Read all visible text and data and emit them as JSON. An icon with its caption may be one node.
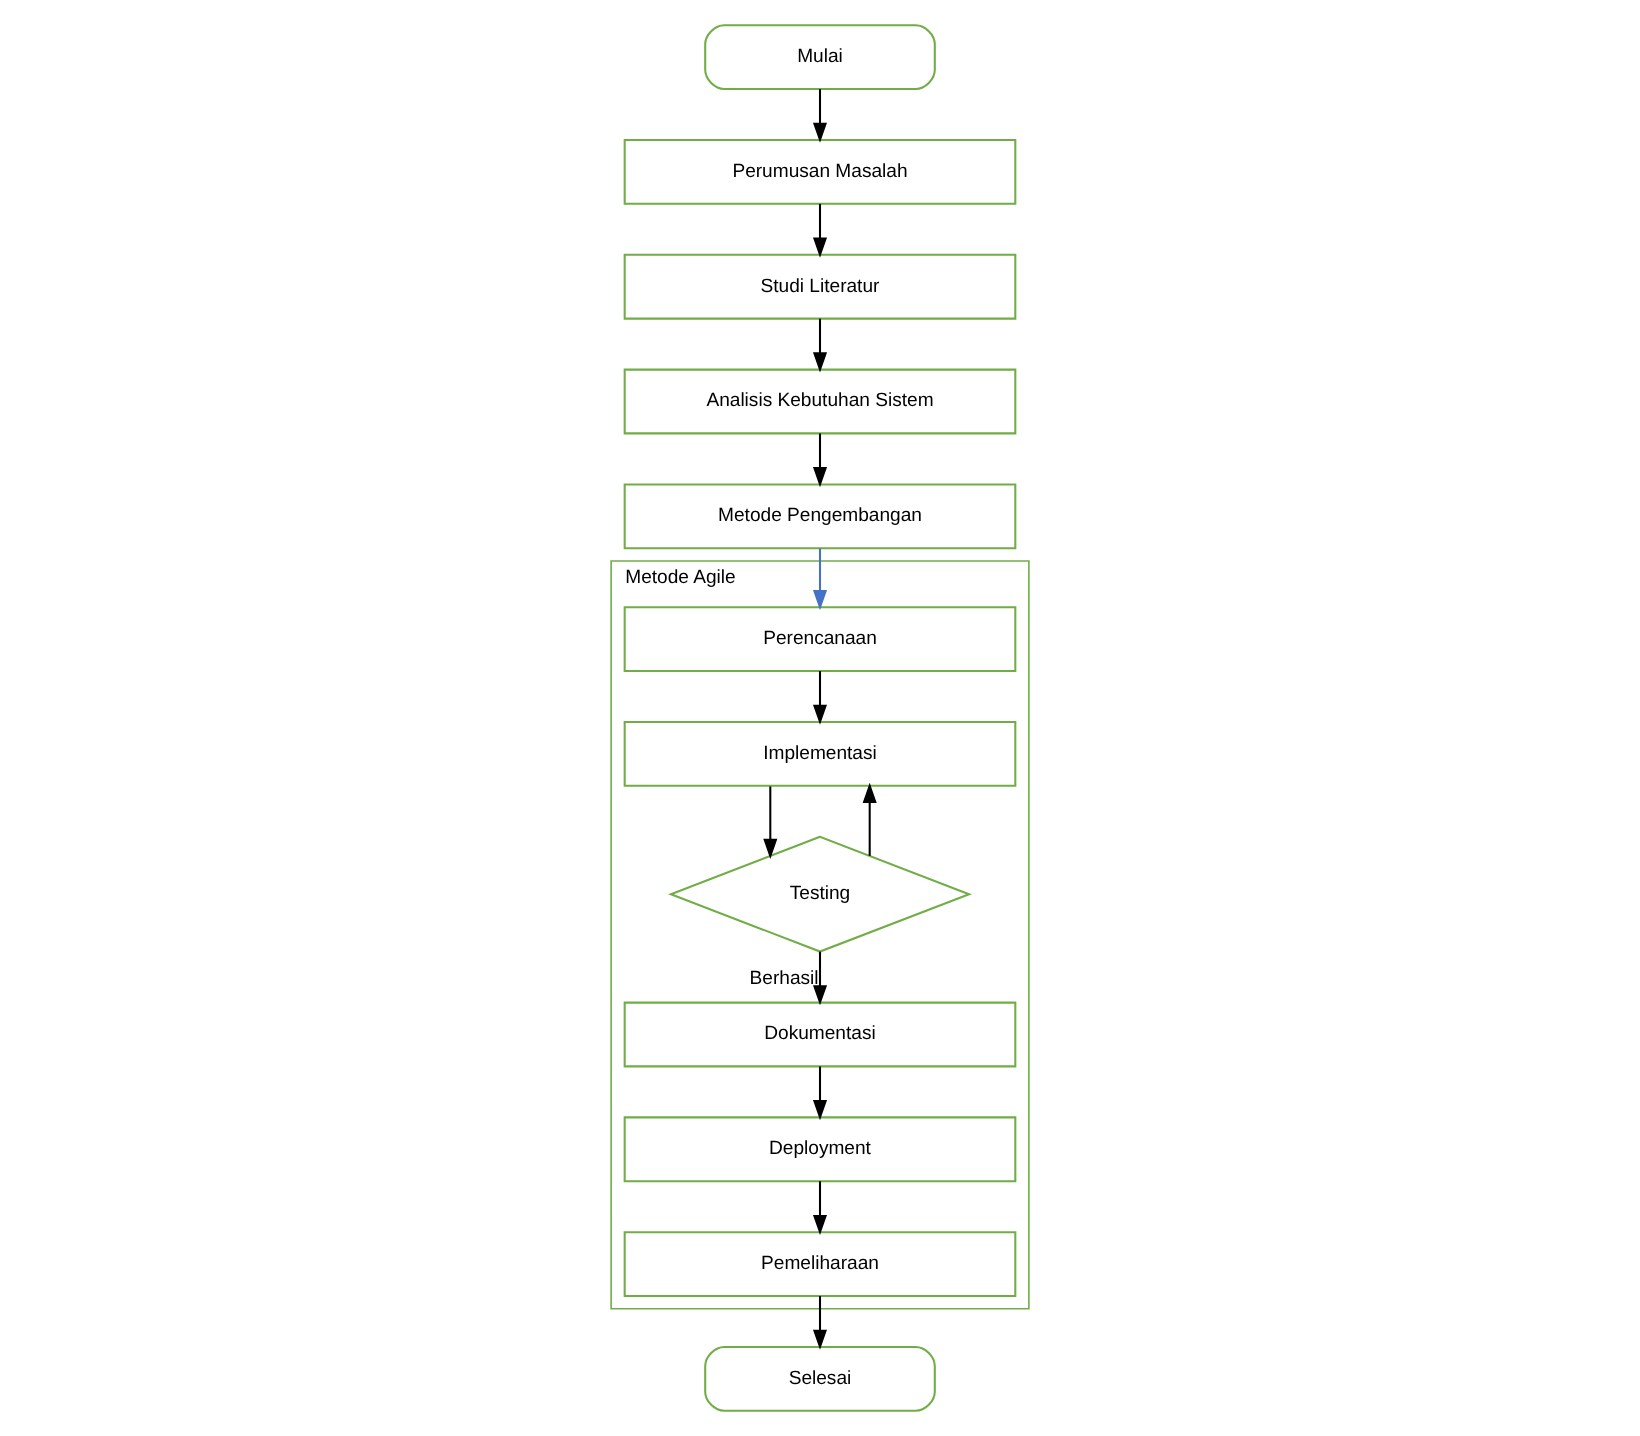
{
  "diagram": {
    "nodes": [
      {
        "text": [
          "Mulai"
        ]
      },
      {
        "text": [
          "Perumusan Masalah"
        ]
      },
      {
        "text": [
          "Studi Literatur"
        ]
      },
      {
        "text": [
          "Analisis Kebutuhan Sistem"
        ]
      },
      {
        "text": [
          "Metode Pengembangan"
        ]
      },
      {
        "text": [
          "Metode Agile"
        ]
      },
      {
        "text": [
          "Perencanaan"
        ],
        "in": 5
      },
      {
        "text": [
          "Implementasi"
        ],
        "in": 5
      },
      {
        "text": [
          "Testing"
        ],
        "in": 5
      },
      {
        "text": [
          "Dokumentasi"
        ],
        "in": 5
      },
      {
        "text": [
          "Deployment"
        ],
        "in": 5
      },
      {
        "text": [
          "Pemeliharaan"
        ],
        "in": 5
      },
      {
        "text": [
          "Selesai"
        ]
      }
    ],
    "edges": [
      {
        "from": 0,
        "to": 1,
        "arrow": "to"
      },
      {
        "from": 1,
        "to": 2,
        "arrow": "to"
      },
      {
        "from": 2,
        "to": 3,
        "arrow": "to"
      },
      {
        "from": 3,
        "to": 4,
        "arrow": "to"
      },
      {
        "from": 4,
        "to": 6,
        "arrow": "to",
        "color": "#4472c4"
      },
      {
        "from": 6,
        "to": 7,
        "arrow": "to"
      },
      {
        "from": 7,
        "to": 8,
        "arrow": "to"
      },
      {
        "from": 8,
        "to": 7,
        "arrow": "to"
      },
      {
        "from": 8,
        "to": 9,
        "arrow": "to",
        "label": "Berhasil"
      },
      {
        "from": 9,
        "to": 10,
        "arrow": "to"
      },
      {
        "from": 10,
        "to": 11,
        "arrow": "to"
      },
      {
        "from": 11,
        "to": 12,
        "arrow": "to"
      }
    ]
  }
}
